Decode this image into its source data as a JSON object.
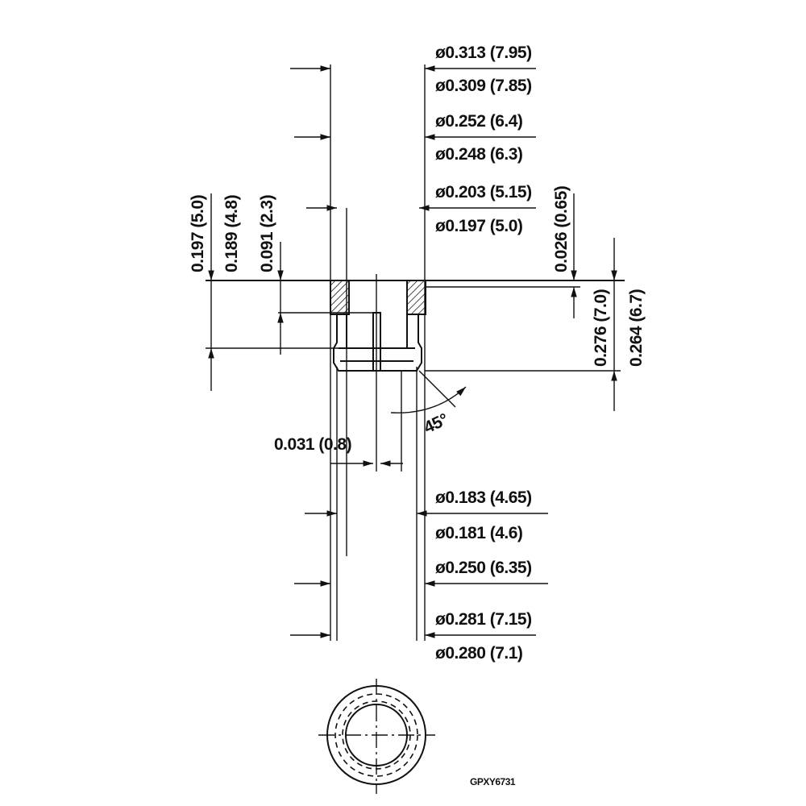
{
  "title_code": "GPXY6731",
  "diameters": [
    {
      "max": "ø0.313 (7.95)",
      "min": "ø0.309 (7.85)"
    },
    {
      "max": "ø0.252 (6.4)",
      "min": "ø0.248 (6.3)"
    },
    {
      "max": "ø0.203 (5.15)",
      "min": "ø0.197 (5.0)"
    },
    {
      "max": "ø0.183 (4.65)",
      "min": "ø0.181 (4.6)"
    },
    {
      "max": "ø0.250 (6.35)"
    },
    {
      "max": "ø0.281 (7.15)",
      "min": "ø0.280 (7.1)"
    }
  ],
  "left_dims": [
    "0.197 (5.0)",
    "0.189 (4.8)",
    "0.091 (2.3)"
  ],
  "right_dims": [
    "0.026 (0.65)",
    "0.276 (7.0)",
    "0.264 (6.7)"
  ],
  "slot_width": "0.031 (0.8)",
  "chamfer_angle": "45°"
}
